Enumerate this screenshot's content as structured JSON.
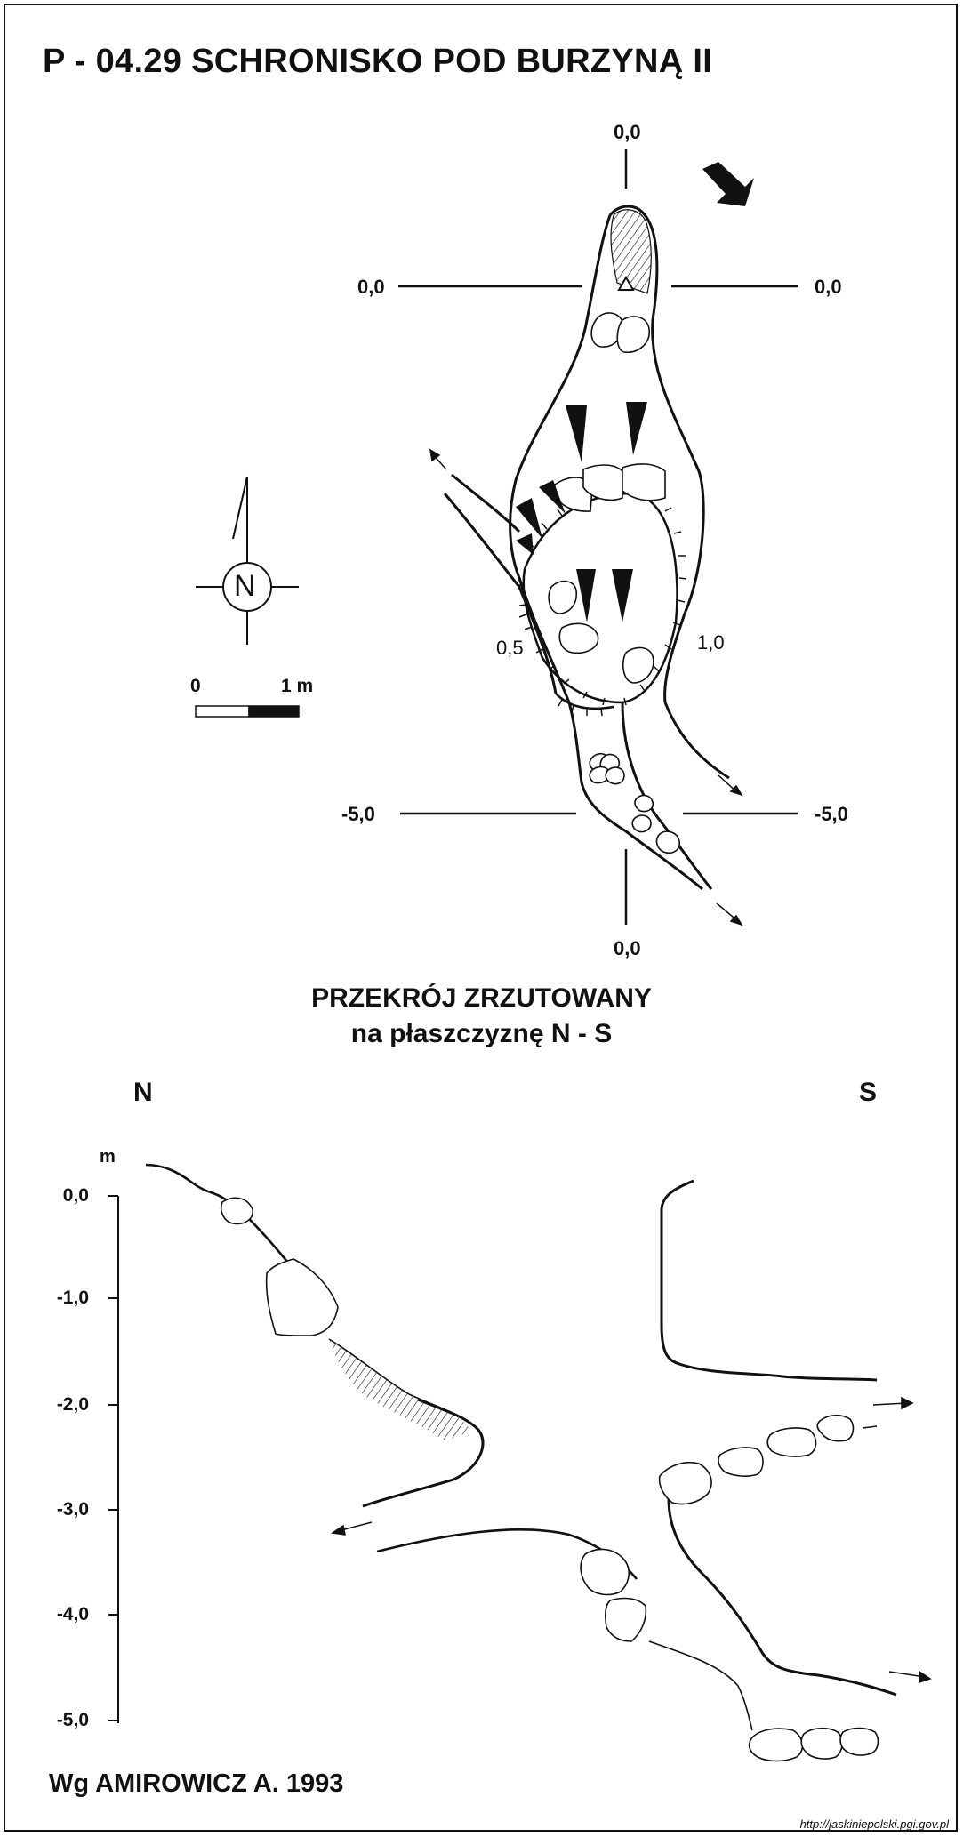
{
  "title": "P - 04.29  SCHRONISKO POD BURZYNĄ II",
  "plan": {
    "coord_top": "0,0",
    "coord_left_upper": "0,0",
    "coord_right_upper": "0,0",
    "coord_left_lower": "-5,0",
    "coord_right_lower": "-5,0",
    "coord_bottom": "0,0",
    "depth_left": "0,5",
    "depth_right": "1,0",
    "north_letter": "N",
    "scale_zero": "0",
    "scale_one": "1 m"
  },
  "section": {
    "title_line1": "PRZEKRÓJ ZRZUTOWANY",
    "title_line2": "na płaszczyznę N - S",
    "dir_north": "N",
    "dir_south": "S",
    "axis_unit": "m",
    "y_ticks": [
      "0,0",
      "-1,0",
      "-2,0",
      "-3,0",
      "-4,0",
      "-5,0"
    ]
  },
  "credit": "Wg AMIROWICZ A. 1993",
  "url": "http://jaskiniepolski.pgi.gov.pl"
}
